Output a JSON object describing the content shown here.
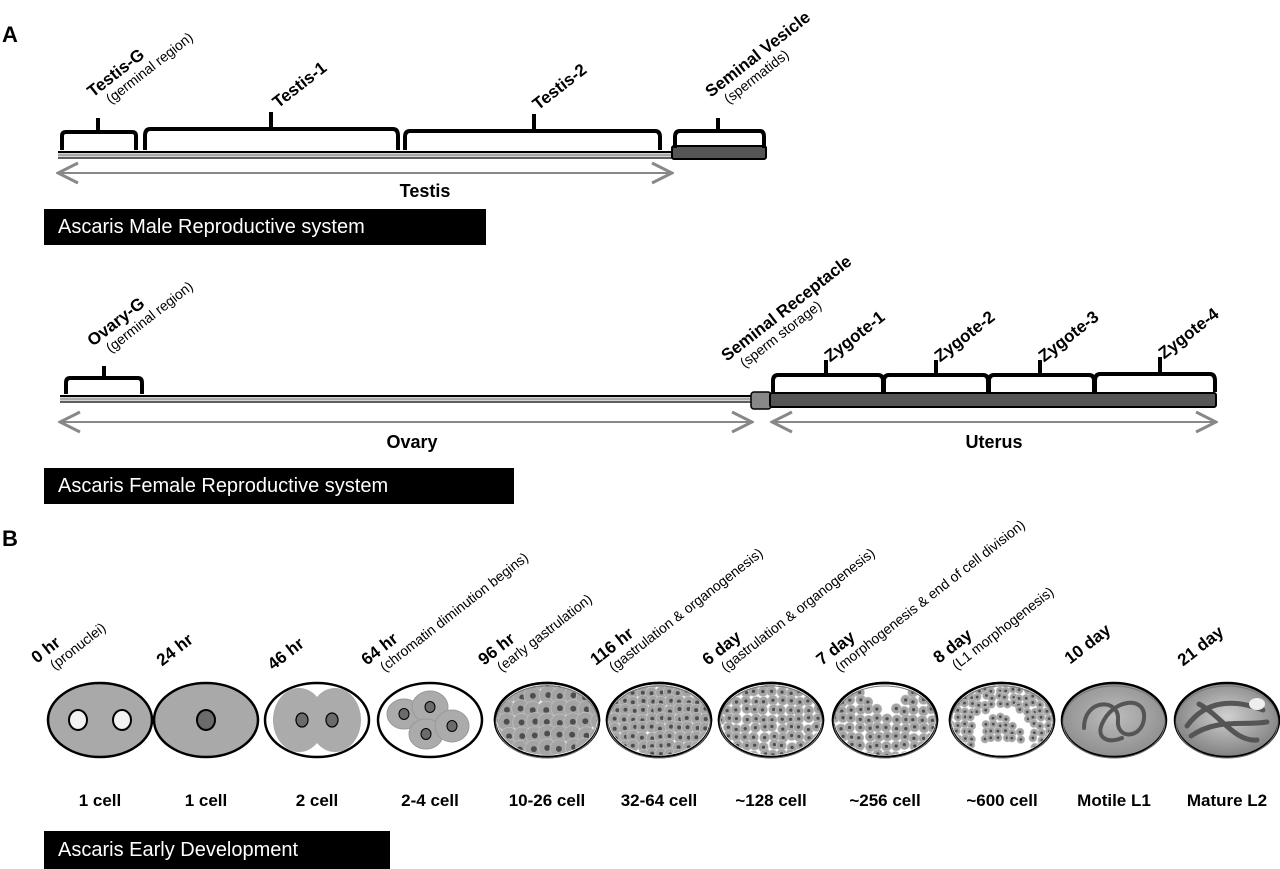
{
  "panel_a": {
    "letter": "A",
    "male": {
      "title": "Ascaris Male Reproductive system",
      "regions": [
        {
          "name": "Testis-G",
          "sub": "(germinal region)"
        },
        {
          "name": "Testis-1",
          "sub": ""
        },
        {
          "name": "Testis-2",
          "sub": ""
        },
        {
          "name": "Seminal Vesicle",
          "sub": "(spermatids)"
        }
      ],
      "span_labels": [
        "Testis"
      ]
    },
    "female": {
      "title": "Ascaris Female Reproductive system",
      "regions": [
        {
          "name": "Ovary-G",
          "sub": "(germinal region)"
        },
        {
          "name": "Seminal Receptacle",
          "sub": "(sperm storage)"
        },
        {
          "name": "Zygote-1",
          "sub": ""
        },
        {
          "name": "Zygote-2",
          "sub": ""
        },
        {
          "name": "Zygote-3",
          "sub": ""
        },
        {
          "name": "Zygote-4",
          "sub": ""
        }
      ],
      "span_labels": [
        "Ovary",
        "Uterus"
      ]
    }
  },
  "panel_b": {
    "letter": "B",
    "title": "Ascaris Early Development",
    "stages": [
      {
        "time": "0 hr",
        "note": "(pronuclei)",
        "cells": "1 cell"
      },
      {
        "time": "24 hr",
        "note": "",
        "cells": "1 cell"
      },
      {
        "time": "46 hr",
        "note": "",
        "cells": "2 cell"
      },
      {
        "time": "64 hr",
        "note": "(chromatin diminution begins)",
        "cells": "2-4 cell"
      },
      {
        "time": "96 hr",
        "note": "(early gastrulation)",
        "cells": "10-26 cell"
      },
      {
        "time": "116 hr",
        "note": "(gastrulation & organogenesis)",
        "cells": "32-64 cell"
      },
      {
        "time": "6 day",
        "note": "(gastrulation & organogenesis)",
        "cells": "~128 cell"
      },
      {
        "time": "7 day",
        "note": "(morphogenesis & end of cell division)",
        "cells": "~256 cell"
      },
      {
        "time": "8 day",
        "note": "(L1 morphogenesis)",
        "cells": "~600 cell"
      },
      {
        "time": "10 day",
        "note": "",
        "cells": "Motile L1"
      },
      {
        "time": "21 day",
        "note": "",
        "cells": "Mature L2"
      }
    ]
  },
  "colors": {
    "tube_gray": "#a8a8a8",
    "dark_segment": "#555555",
    "embryo_fill": "#a9a9a9",
    "nucleus_dark": "#6b6b6b",
    "title_bg": "#000000",
    "title_fg": "#ffffff"
  }
}
